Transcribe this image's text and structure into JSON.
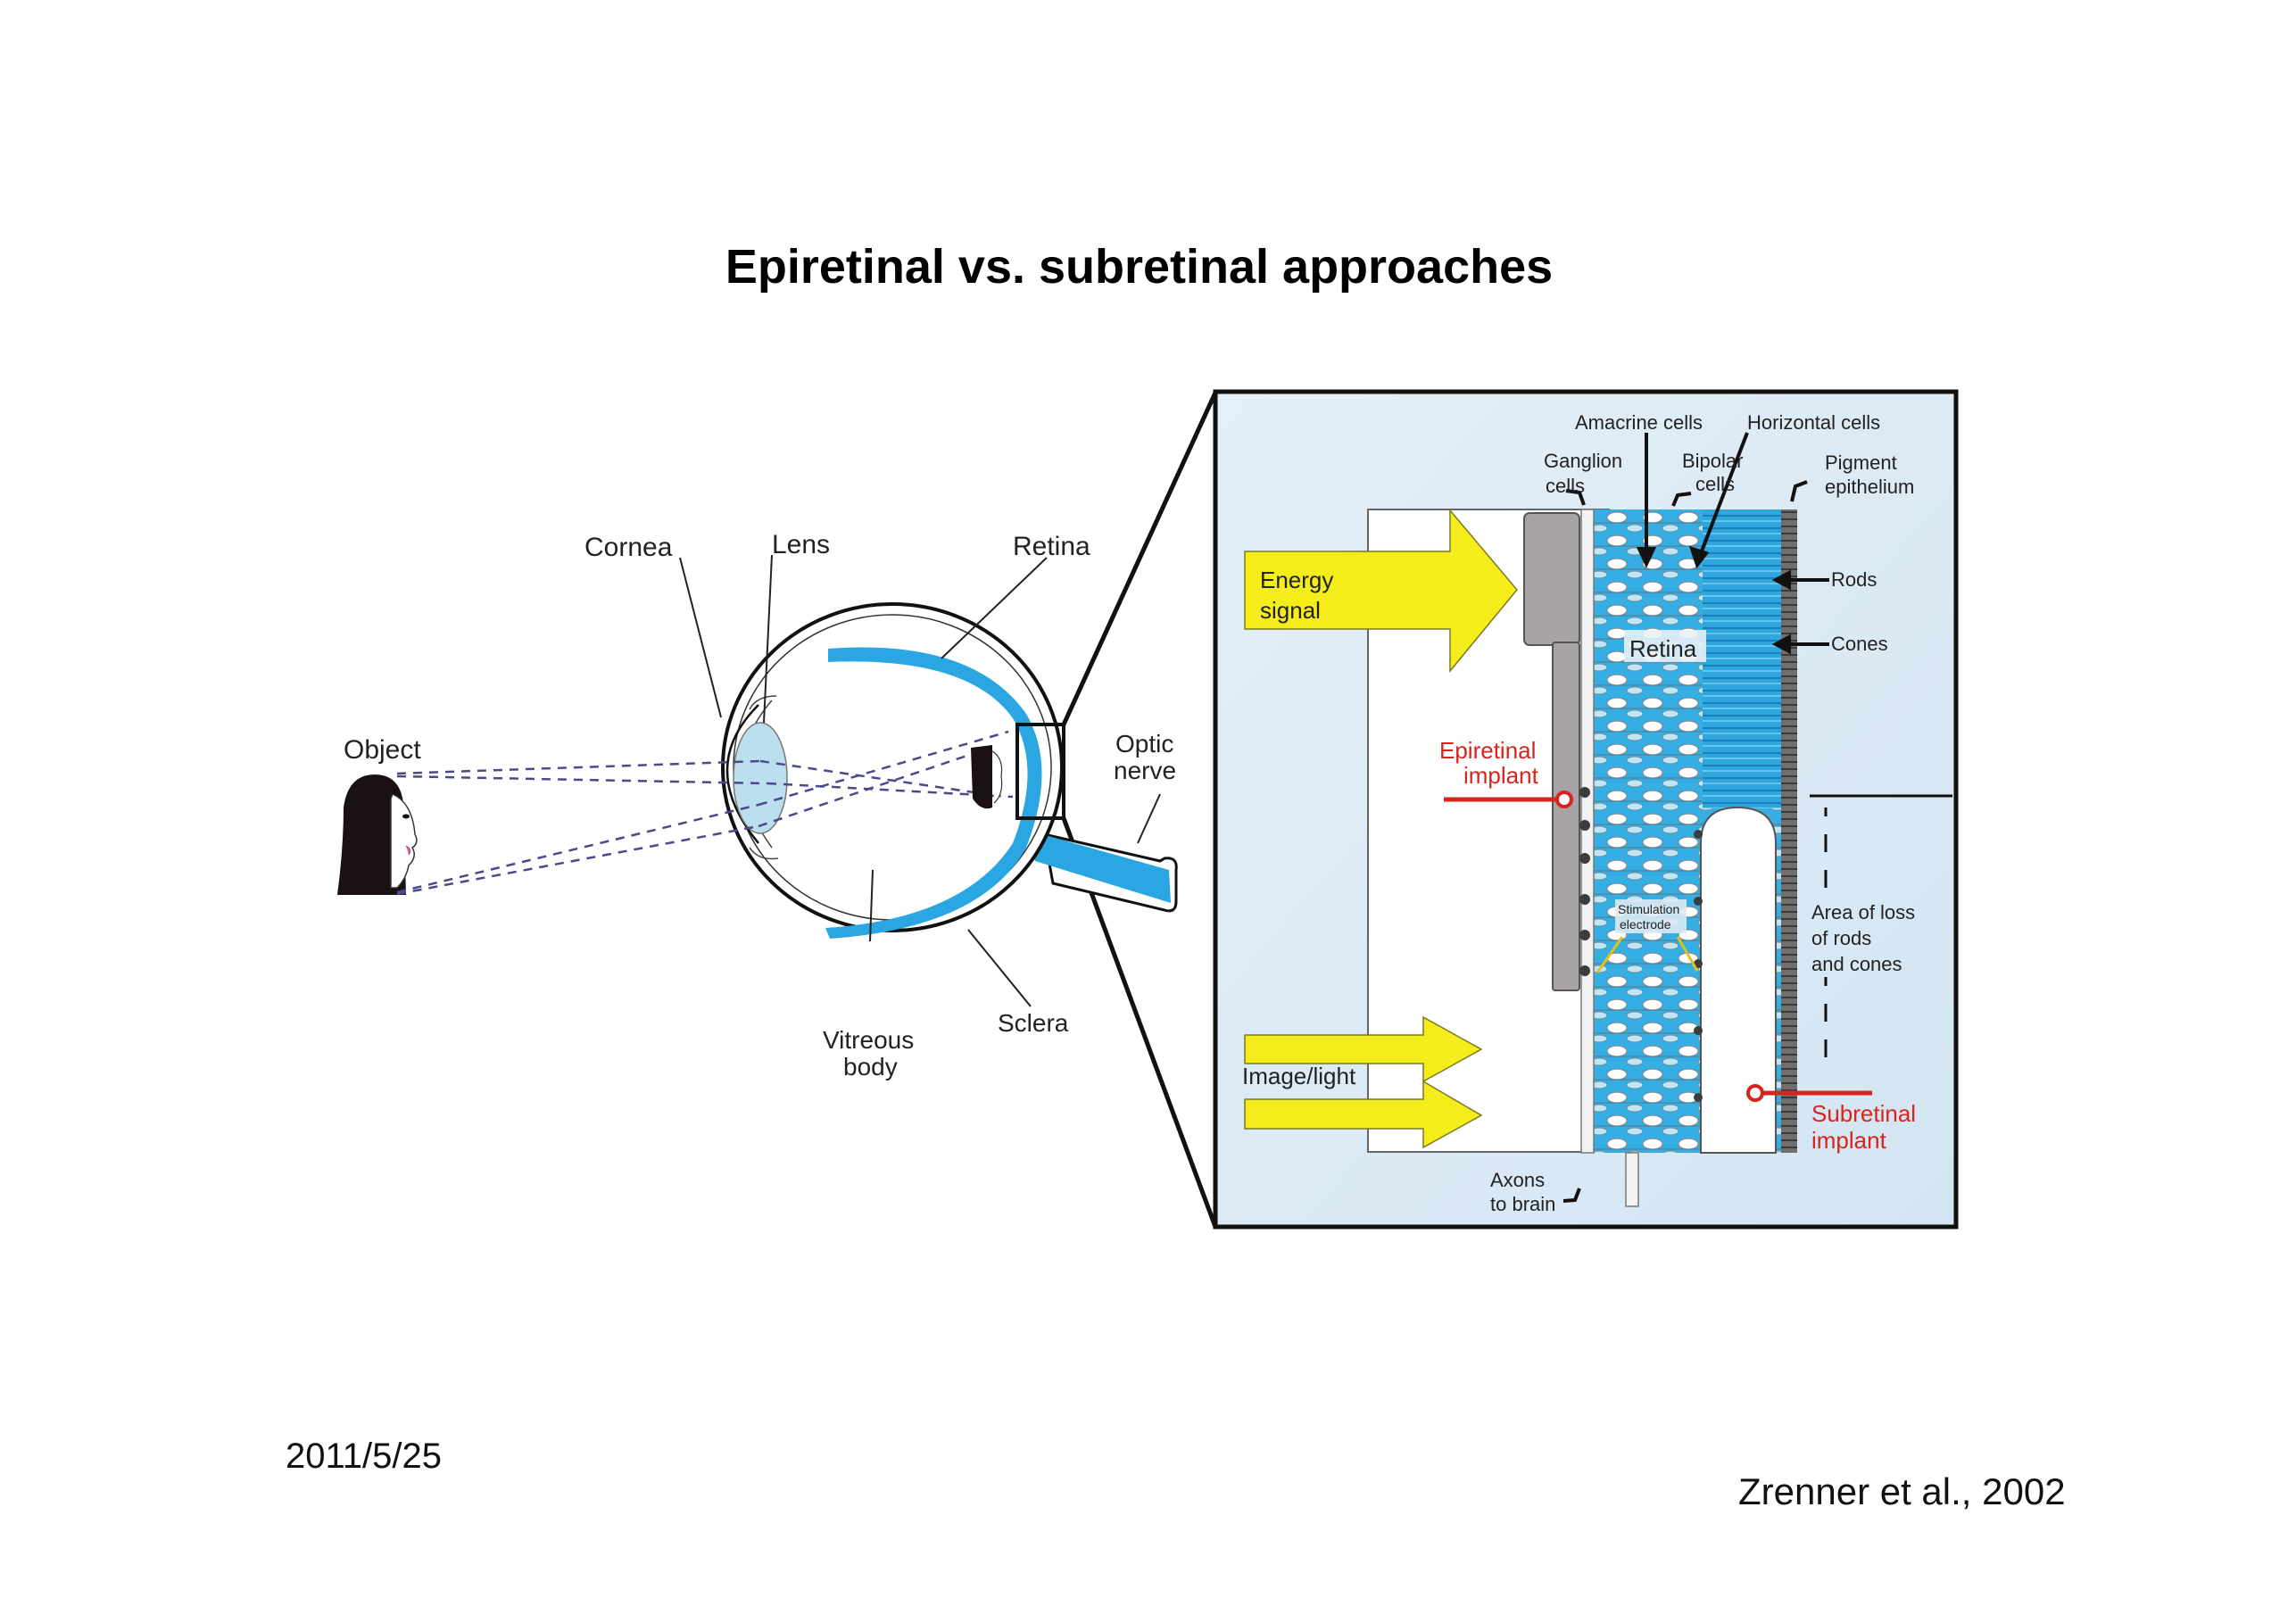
{
  "slide": {
    "title": "Epiretinal vs. subretinal approaches",
    "date": "2011/5/25",
    "citation": "Zrenner et al., 2002"
  },
  "eye_diagram": {
    "labels": {
      "object": "Object",
      "cornea": "Cornea",
      "lens": "Lens",
      "retina": "Retina",
      "optic_nerve_1": "Optic",
      "optic_nerve_2": "nerve",
      "vitreous_1": "Vitreous",
      "vitreous_2": "body",
      "sclera": "Sclera"
    }
  },
  "detail_panel": {
    "labels": {
      "amacrine": "Amacrine cells",
      "horizontal": "Horizontal cells",
      "ganglion_1": "Ganglion",
      "ganglion_2": "cells",
      "bipolar_1": "Bipolar",
      "bipolar_2": "cells",
      "pigment_1": "Pigment",
      "pigment_2": "epithelium",
      "energy_1": "Energy",
      "energy_2": "signal",
      "rods": "Rods",
      "cones": "Cones",
      "retina": "Retina",
      "epiretinal_1": "Epiretinal",
      "epiretinal_2": "implant",
      "stim_1": "Stimulation",
      "stim_2": "electrode",
      "area_1": "Area of loss",
      "area_2": "of rods",
      "area_3": "and cones",
      "image_light": "Image/light",
      "subretinal_1": "Subretinal",
      "subretinal_2": "implant",
      "axons_1": "Axons",
      "axons_2": "to brain"
    },
    "colors": {
      "panel_bg": "#dbe9f4",
      "retina_blue": "#2fa8e0",
      "arrow_yellow": "#f5ec1c",
      "implant_gray": "#a7a3a6",
      "implant_red": "#d8241c"
    }
  }
}
